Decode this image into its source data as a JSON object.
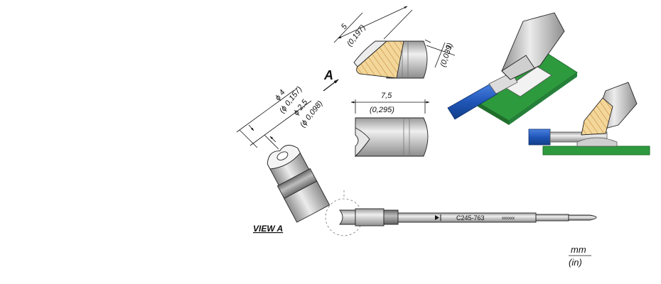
{
  "view_label": "VIEW A",
  "arrow_label": "A",
  "part_number": "C245-763",
  "serial_marking": "xxxxxx",
  "units": {
    "primary": "mm",
    "secondary": "(in)"
  },
  "dimensions": {
    "outer_diameter_mm": "ϕ 4",
    "outer_diameter_in": "(ϕ 0,157)",
    "inner_diameter_mm": "ϕ 2,5",
    "inner_diameter_in": "(ϕ 0,098)",
    "blade_length_mm": "5",
    "blade_length_in": "(0,197)",
    "tip_thickness_mm": "1",
    "tip_thickness_in": "(0,039)",
    "tip_width_mm": "7,5",
    "tip_width_in": "(0,295)"
  },
  "colors": {
    "steel_light": "#d9d9d9",
    "steel_mid": "#a9a9a9",
    "steel_dark": "#6f6f6f",
    "tinned": "#f3d79a",
    "tinned_stripe": "#c58a3a",
    "pcb_green": "#2e9a3e",
    "pcb_dark": "#1f6e2b",
    "wire_blue": "#1f56b8"
  }
}
